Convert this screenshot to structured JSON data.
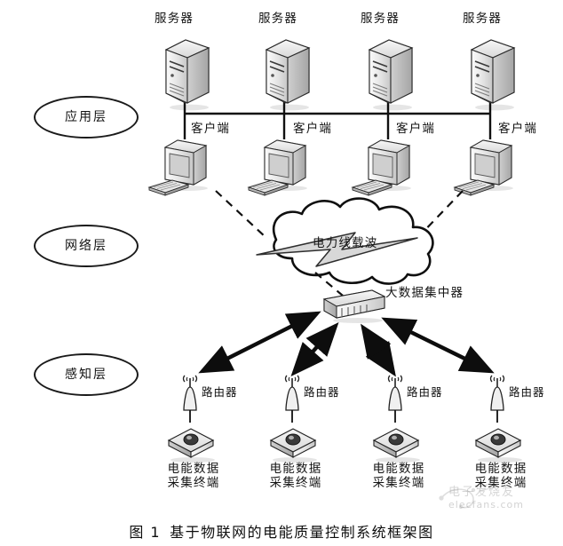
{
  "figure": {
    "caption_number": "图 1",
    "caption_text": "基于物联网的电能质量控制系统框架图"
  },
  "layers": [
    {
      "id": "application",
      "label": "应用层"
    },
    {
      "id": "network",
      "label": "网络层"
    },
    {
      "id": "perception",
      "label": "感知层"
    }
  ],
  "application_layer": {
    "servers": [
      {
        "label": "服务器"
      },
      {
        "label": "服务器"
      },
      {
        "label": "服务器"
      },
      {
        "label": "服务器"
      }
    ],
    "clients": [
      {
        "label": "客户端"
      },
      {
        "label": "客户端"
      },
      {
        "label": "客户端"
      },
      {
        "label": "客户端"
      }
    ]
  },
  "network_layer": {
    "cloud_label": "电力线载波",
    "concentrator_label": "大数据集中器"
  },
  "perception_layer": {
    "routers": [
      {
        "label": "路由器"
      },
      {
        "label": "路由器"
      },
      {
        "label": "路由器"
      },
      {
        "label": "路由器"
      }
    ],
    "terminals": [
      {
        "line1": "电能数据",
        "line2": "采集终端"
      },
      {
        "line1": "电能数据",
        "line2": "采集终端"
      },
      {
        "line1": "电能数据",
        "line2": "采集终端"
      },
      {
        "line1": "电能数据",
        "line2": "采集终端"
      }
    ]
  },
  "watermark": {
    "site_cn": "电子发烧友",
    "site_url": "elecfans.com"
  },
  "colors": {
    "line": "#111111",
    "device_light": "#f2f2f2",
    "device_mid": "#d4d4d4",
    "device_dark": "#9a9a9a",
    "background": "#ffffff"
  }
}
